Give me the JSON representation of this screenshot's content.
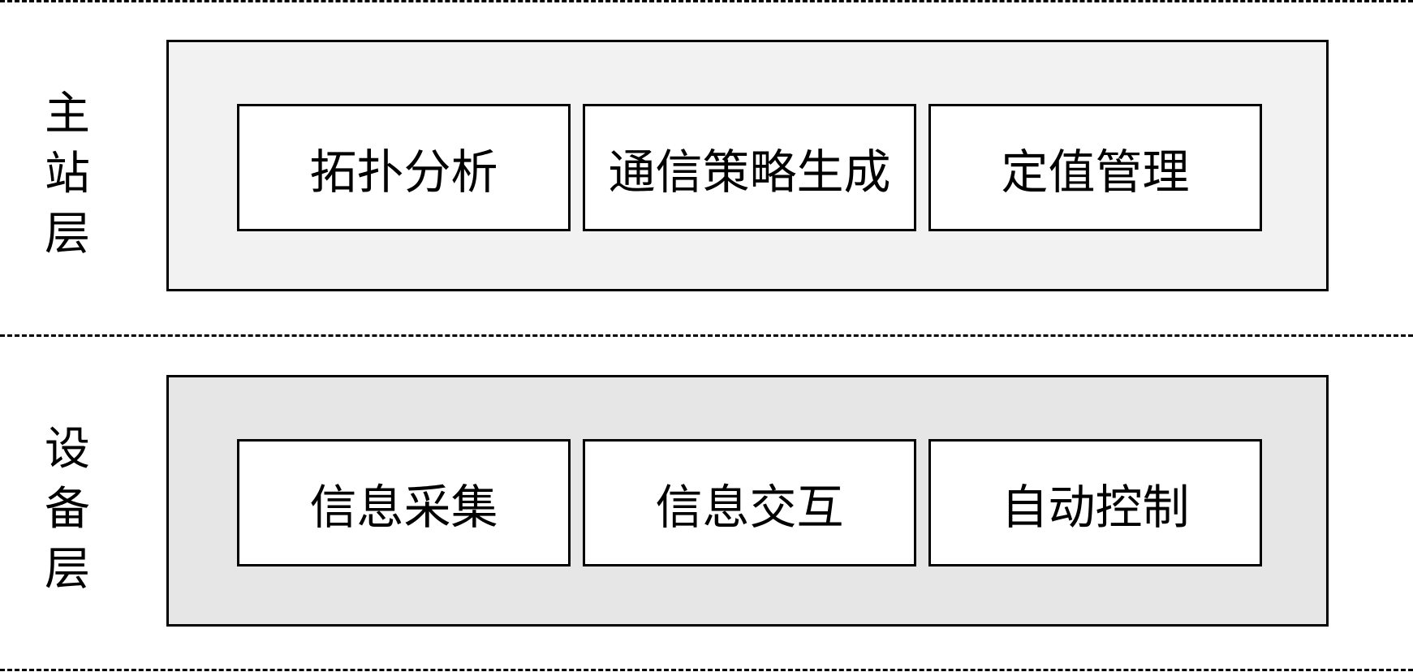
{
  "layers": [
    {
      "label_chars": [
        "主",
        "站",
        "层"
      ],
      "modules": [
        "拓扑分析",
        "通信策略生成",
        "定值管理"
      ]
    },
    {
      "label_chars": [
        "设",
        "备",
        "层"
      ],
      "modules": [
        "信息采集",
        "信息交互",
        "自动控制"
      ]
    }
  ],
  "colors": {
    "master_layer_fill": "#f2f2f2",
    "device_layer_fill": "#e6e6e6",
    "module_fill": "#ffffff",
    "stroke": "#000000"
  }
}
